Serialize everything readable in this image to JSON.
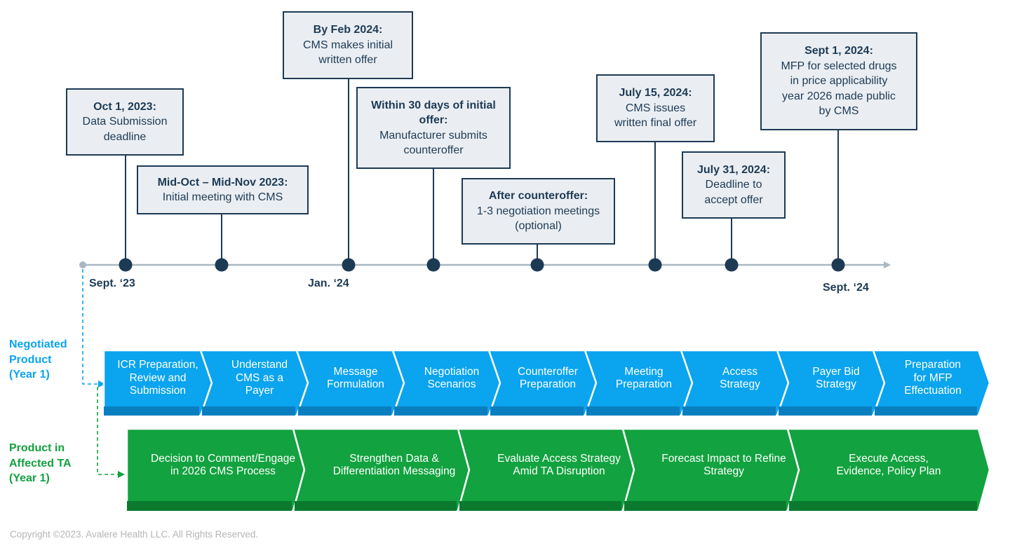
{
  "milestones": [
    {
      "title": "Oct 1, 2023:",
      "lines": [
        "Data Submission",
        "deadline"
      ]
    },
    {
      "title": "Mid-Oct – Mid-Nov 2023:",
      "lines": [
        "Initial meeting with CMS"
      ]
    },
    {
      "title": "By Feb 2024:",
      "lines": [
        "CMS makes initial",
        "written offer"
      ]
    },
    {
      "title": "Within 30 days of initial offer:",
      "lines": [
        "Manufacturer submits",
        "counteroffer"
      ]
    },
    {
      "title": "After counteroffer:",
      "lines": [
        "1-3 negotiation meetings",
        "(optional)"
      ]
    },
    {
      "title": "July 15, 2024:",
      "lines": [
        "CMS issues",
        "written final offer"
      ]
    },
    {
      "title": "July 31, 2024:",
      "lines": [
        "Deadline to",
        "accept offer"
      ]
    },
    {
      "title": "Sept 1, 2024:",
      "lines": [
        "MFP for selected drugs",
        "in price applicability",
        "year 2026 made public",
        "by CMS"
      ]
    }
  ],
  "axis_labels": [
    "Sept. ‘23",
    "Jan. ‘24",
    "Sept. ‘24"
  ],
  "negotiated": {
    "label": [
      "Negotiated",
      "Product",
      "(Year 1)"
    ],
    "steps": [
      [
        "ICR Preparation,",
        "Review and",
        "Submission"
      ],
      [
        "Understand",
        "CMS as a",
        "Payer"
      ],
      [
        "Message",
        "Formulation"
      ],
      [
        "Negotiation",
        "Scenarios"
      ],
      [
        "Counteroffer",
        "Preparation"
      ],
      [
        "Meeting",
        "Preparation"
      ],
      [
        "Access",
        "Strategy"
      ],
      [
        "Payer Bid",
        "Strategy"
      ],
      [
        "Preparation",
        "for MFP",
        "Effectuation"
      ]
    ]
  },
  "affected": {
    "label": [
      "Product in",
      "Affected TA",
      "(Year 1)"
    ],
    "steps": [
      [
        "Decision to Comment/Engage",
        "in 2026 CMS Process"
      ],
      [
        "Strengthen Data &",
        "Differentiation Messaging"
      ],
      [
        "Evaluate Access Strategy",
        "Amid TA Disruption"
      ],
      [
        "Forecast Impact to Refine",
        "Strategy"
      ],
      [
        "Execute Access,",
        "Evidence, Policy Plan"
      ]
    ]
  },
  "colors": {
    "navy": "#1d3a55",
    "box_fill": "#eaeef2",
    "axis": "#a9b7c2",
    "blue": "#0aa4ef",
    "blue_dark": "#0a7fc0",
    "green": "#12a23f",
    "green_dark": "#0b7a2f"
  },
  "copyright": "Copyright ©2023. Avalere Health LLC. All Rights Reserved."
}
